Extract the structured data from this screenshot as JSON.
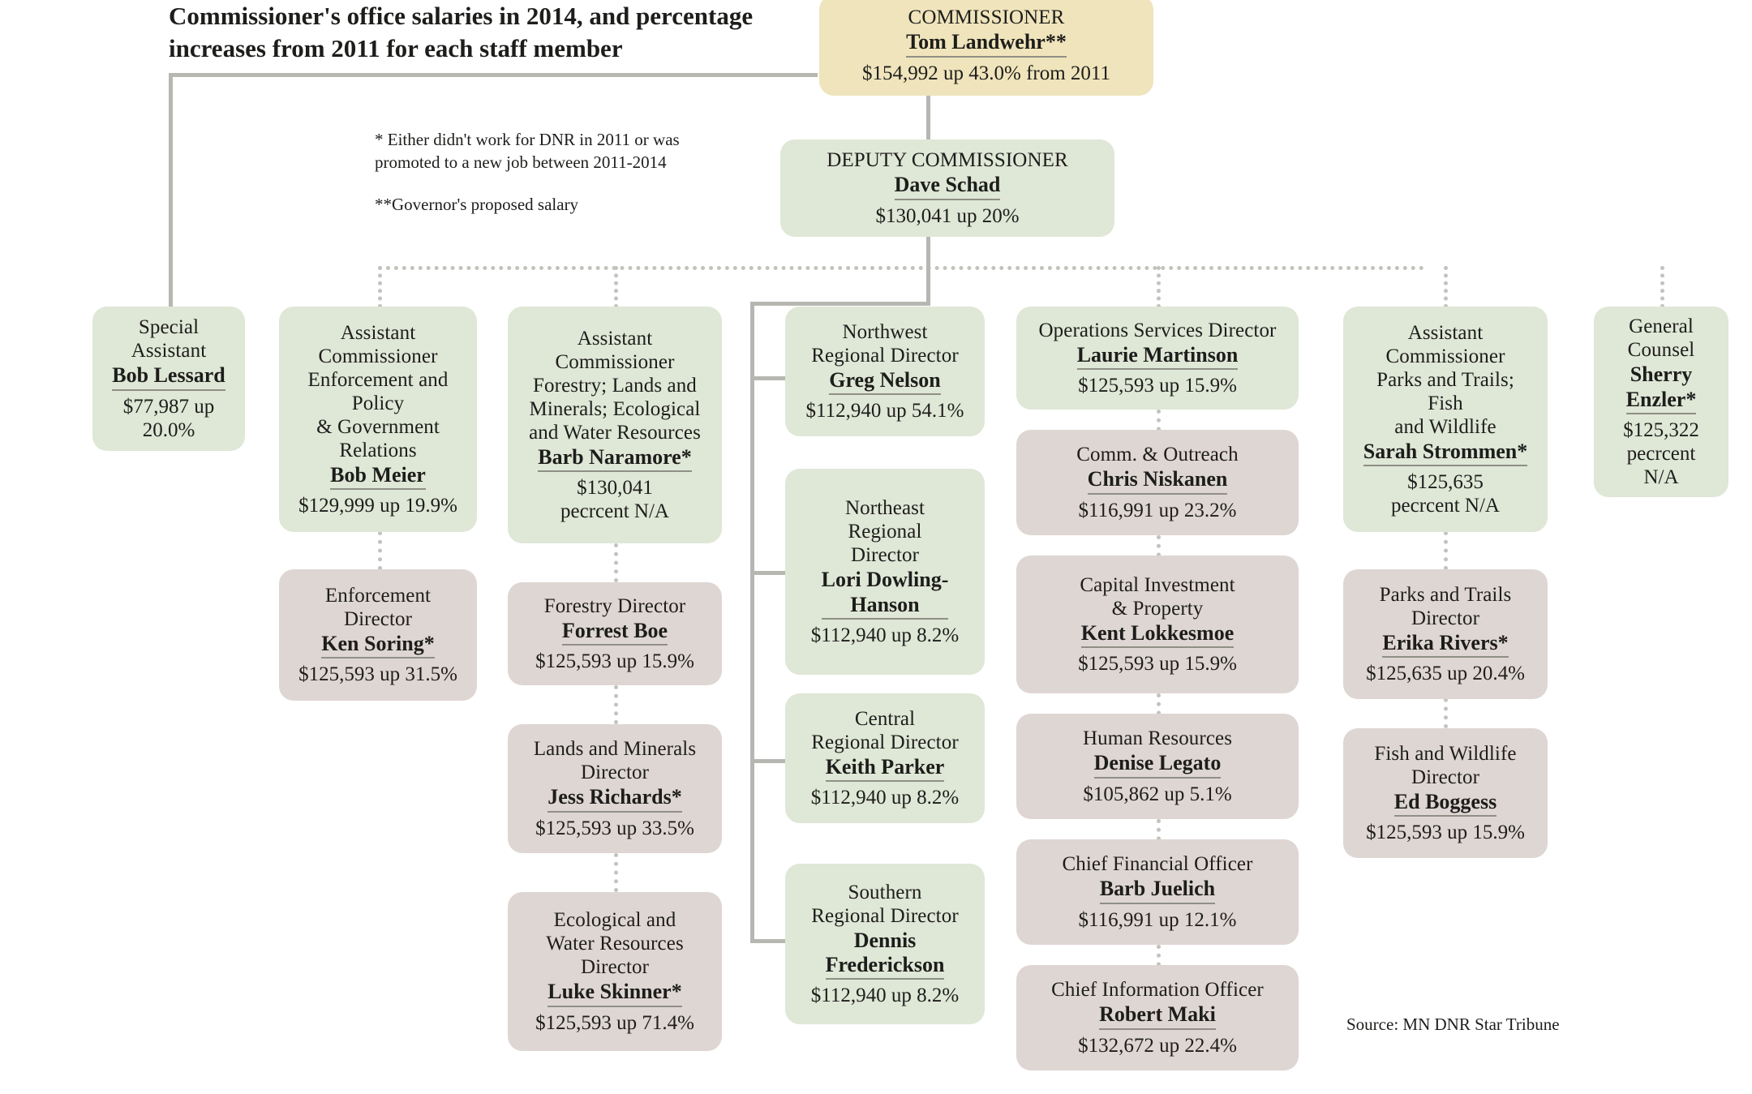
{
  "title": "Commissioner's office salaries in 2014, and percentage increases from 2011 for each staff member",
  "footnotes": {
    "single_star": "* Either didn't work for DNR in 2011 or was promoted to a new job between 2011-2014",
    "double_star": "**Governor's proposed salary"
  },
  "source": "Source: MN DNR\nStar Tribune",
  "colors": {
    "commissioner": "#efe4bb",
    "assistant": "#dfe7d6",
    "director": "#ded6d3",
    "connector": "#b7b7b2"
  },
  "nodes": {
    "commissioner": {
      "role": "COMMISSIONER",
      "name": "Tom Landwehr**",
      "pay": "$154,992 up 43.0% from 2011"
    },
    "deputy": {
      "role": "DEPUTY COMMISSIONER",
      "name": "Dave Schad",
      "pay": "$130,041 up 20%"
    },
    "special_assistant": {
      "role": "Special\nAssistant",
      "name": "Bob Lessard",
      "pay": "$77,987 up\n20.0%"
    },
    "ac_enforcement": {
      "role": "Assistant\nCommissioner\nEnforcement and\nPolicy\n& Government\nRelations",
      "name": "Bob Meier",
      "pay": "$129,999 up 19.9%"
    },
    "enforcement_director": {
      "role": "Enforcement\nDirector",
      "name": "Ken Soring*",
      "pay": "$125,593 up 31.5%"
    },
    "ac_forestry": {
      "role": "Assistant\nCommissioner\nForestry; Lands and\nMinerals; Ecological\nand Water Resources",
      "name": "Barb Naramore*",
      "pay": "$130,041\npecrcent N/A"
    },
    "forestry_director": {
      "role": "Forestry Director",
      "name": "Forrest Boe",
      "pay": "$125,593 up 15.9%"
    },
    "lands_minerals_director": {
      "role": "Lands and Minerals\nDirector",
      "name": "Jess Richards*",
      "pay": "$125,593 up 33.5%"
    },
    "ecological_water_director": {
      "role": "Ecological and\nWater Resources\nDirector",
      "name": "Luke Skinner*",
      "pay": "$125,593 up 71.4%"
    },
    "northwest_regional": {
      "role": "Northwest\nRegional Director",
      "name": "Greg Nelson",
      "pay": "$112,940 up 54.1%"
    },
    "northeast_regional": {
      "role": "Northeast\nRegional\nDirector",
      "name": "Lori Dowling-\nHanson",
      "pay": "$112,940 up 8.2%"
    },
    "central_regional": {
      "role": "Central\nRegional Director",
      "name": "Keith Parker",
      "pay": "$112,940 up 8.2%"
    },
    "southern_regional": {
      "role": "Southern\nRegional Director",
      "name": "Dennis\nFrederickson",
      "pay": "$112,940 up 8.2%"
    },
    "operations_services": {
      "role": "Operations Services Director",
      "name": "Laurie Martinson",
      "pay": "$125,593 up 15.9%"
    },
    "comm_outreach": {
      "role": "Comm. & Outreach",
      "name": "Chris Niskanen",
      "pay": "$116,991 up 23.2%"
    },
    "capital_investment": {
      "role": "Capital Investment\n& Property",
      "name": "Kent Lokkesmoe",
      "pay": "$125,593 up 15.9%"
    },
    "human_resources": {
      "role": "Human Resources",
      "name": "Denise Legato",
      "pay": "$105,862 up 5.1%"
    },
    "cfo": {
      "role": "Chief Financial Officer",
      "name": "Barb Juelich",
      "pay": "$116,991 up 12.1%"
    },
    "cio": {
      "role": "Chief Information Officer",
      "name": "Robert Maki",
      "pay": "$132,672 up 22.4%"
    },
    "ac_parks": {
      "role": "Assistant\nCommissioner\nParks and Trails;\nFish\nand Wildlife",
      "name": "Sarah Strommen*",
      "pay": "$125,635\npecrcent N/A"
    },
    "parks_trails_director": {
      "role": "Parks and Trails\nDirector",
      "name": "Erika Rivers*",
      "pay": "$125,635 up 20.4%"
    },
    "fish_wildlife_director": {
      "role": "Fish and Wildlife\nDirector",
      "name": "Ed Boggess",
      "pay": "$125,593 up 15.9%"
    },
    "general_counsel": {
      "role": "General\nCounsel",
      "name": "Sherry\nEnzler*",
      "pay": "$125,322\npecrcent\nN/A"
    }
  }
}
